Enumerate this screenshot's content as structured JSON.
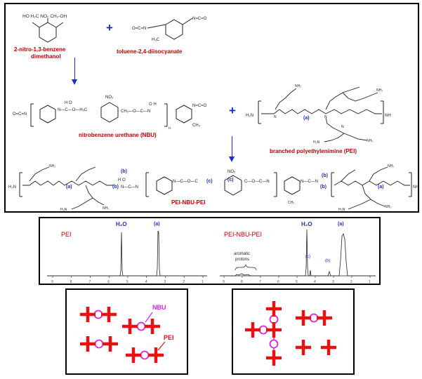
{
  "scheme": {
    "reactant1_formula": "HO H₂C   NO₂   CH₂-OH",
    "reactant1_name_line1": "2-nitro-1,3-benzene",
    "reactant1_name_line2": "dimethanol",
    "reactant2_name": "toluene-2,4-diisocyanate",
    "intermediate_name": "nitrobenzene urethane (NBU)",
    "pei_name": "branched polyethylenimine (PEI)",
    "product_name": "PEI-NBU-PEI",
    "ocn": "O=C=N",
    "nco": "N=C=O",
    "plus": "+",
    "peak_labels": [
      "(a)",
      "(b)",
      "(c)",
      "(b)",
      "(c)",
      "(b)",
      "(a)"
    ]
  },
  "spectra": {
    "left_title": "PEI",
    "left_water": "H₂O",
    "left_peak": "(a)",
    "left_ticks": [
      "9",
      "8",
      "7",
      "6",
      "5",
      "4",
      "3",
      "2",
      "1"
    ],
    "right_title": "PEI-NBU-PEI",
    "right_water": "H₂O",
    "right_peaks": [
      "(c)",
      "(b)",
      "(a)"
    ],
    "aromatic_line1": "aromatic",
    "aromatic_line2": "protons",
    "right_ticks": [
      "9",
      "8",
      "7",
      "6",
      "5",
      "4",
      "3",
      "2",
      "1"
    ]
  },
  "cartoon": {
    "nbu_label": "NBU",
    "pei_label": "PEI"
  },
  "colors": {
    "red": "#e81010",
    "magenta": "#e020e0",
    "blue": "#1a2bd0",
    "dark_red": "#c00000"
  }
}
